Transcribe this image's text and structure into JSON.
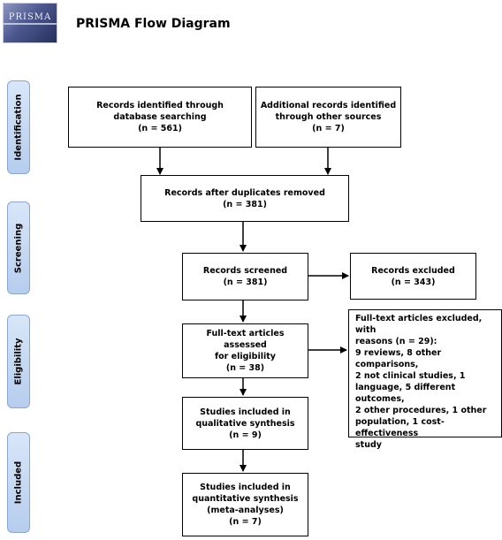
{
  "header": {
    "logo_text": "PRISMA",
    "title": "PRISMA Flow Diagram"
  },
  "stages": {
    "identification": "Identification",
    "screening": "Screening",
    "eligibility": "Eligibility",
    "included": "Included"
  },
  "boxes": {
    "db_search": {
      "line1": "Records identified through",
      "line2": "database searching",
      "count": "(n = 561)"
    },
    "other_sources": {
      "line1": "Additional records identified",
      "line2": "through other sources",
      "count": "(n = 7)"
    },
    "after_dupes": {
      "line1": "Records after duplicates removed",
      "count": "(n = 381)"
    },
    "screened": {
      "line1": "Records screened",
      "count": "(n = 381)"
    },
    "excluded": {
      "line1": "Records excluded",
      "count": "(n = 343)"
    },
    "fulltext": {
      "line1": "Full-text articles assessed",
      "line2": "for eligibility",
      "count": "(n = 38)"
    },
    "fulltext_excluded": {
      "lines": [
        "Full-text articles excluded, with",
        "reasons (n = 29):",
        "9 reviews, 8 other comparisons,",
        "2 not clinical studies, 1",
        "language, 5 different outcomes,",
        "2 other procedures, 1 other",
        "population, 1 cost-effectiveness",
        "study"
      ]
    },
    "qualitative": {
      "line1": "Studies included in",
      "line2": "qualitative synthesis",
      "count": "(n = 9)"
    },
    "quantitative": {
      "line1": "Studies included in",
      "line2": "quantitative synthesis",
      "line3": "(meta-analyses)",
      "count": "(n = 7)"
    }
  }
}
